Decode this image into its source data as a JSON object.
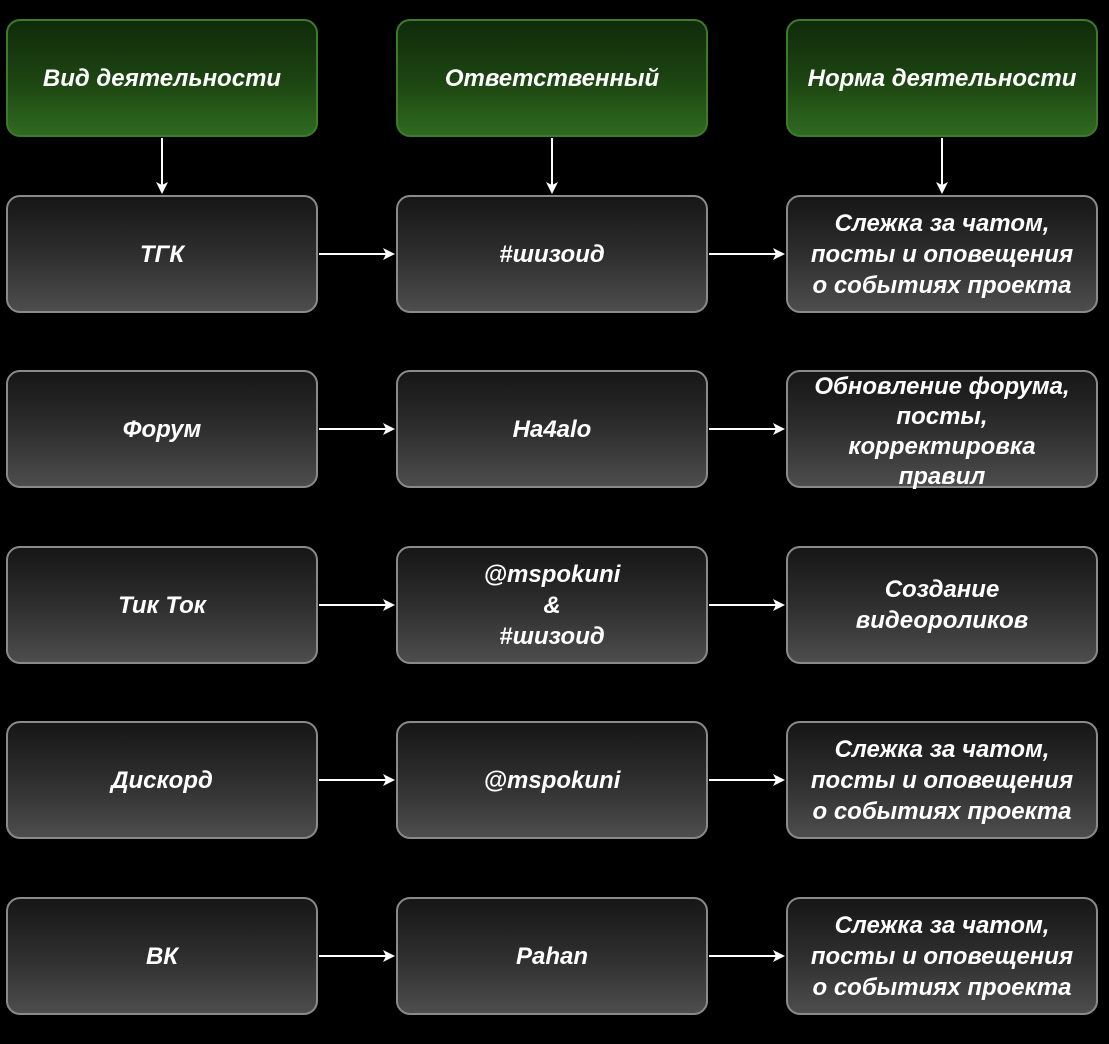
{
  "headers": [
    {
      "label": "Вид деятельности"
    },
    {
      "label": "Ответственный"
    },
    {
      "label": "Норма деятельности"
    }
  ],
  "rows": [
    {
      "activity": "ТГК",
      "responsible": "#шизоид",
      "norm": "Слежка за чатом,\nпосты и оповещения\nо событиях проекта"
    },
    {
      "activity": "Форум",
      "responsible": "Ha4alo",
      "norm": "Обновление форума,\nпосты,\nкорректировка\nправил"
    },
    {
      "activity": "Тик Ток",
      "responsible": "@mspokuni\n&\n#шизоид",
      "norm": "Создание\nвидеороликов"
    },
    {
      "activity": "Дискорд",
      "responsible": "@mspokuni",
      "norm": "Слежка за чатом,\nпосты и оповещения\nо событиях проекта"
    },
    {
      "activity": "ВК",
      "responsible": "Pahan",
      "norm": "Слежка за чатом,\nпосты и оповещения\nо событиях проекта"
    }
  ],
  "colors": {
    "background": "#000000",
    "header_fill": "#1c4311",
    "header_border": "#3d7a2c",
    "node_fill": "#2e2e2e",
    "node_border": "#8a8a8a",
    "text": "#ffffff",
    "arrow": "#ffffff"
  }
}
